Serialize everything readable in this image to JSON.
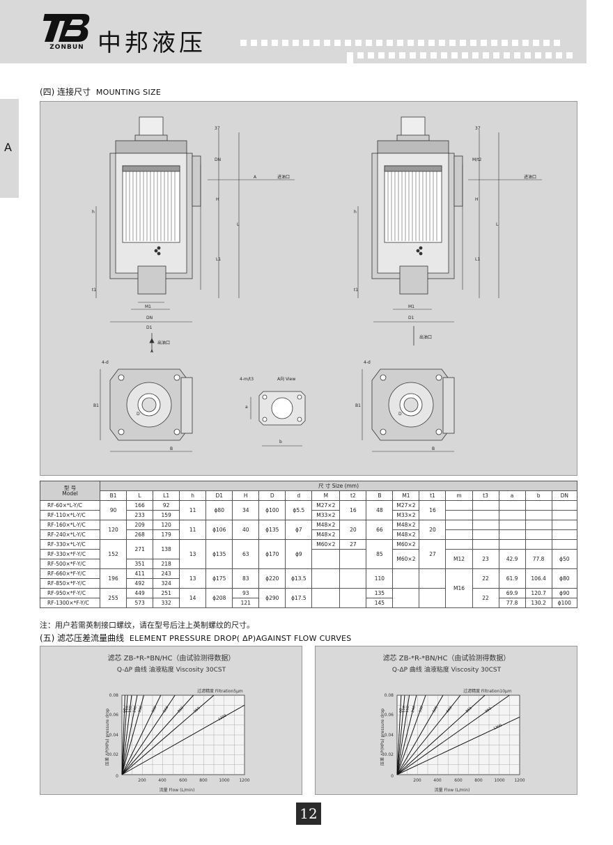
{
  "header": {
    "logo_text": "ZONBUN",
    "brand": "中邦液压"
  },
  "side_tab": "A",
  "section4": {
    "cn": "(四) 连接尺寸",
    "en": "MOUNTING SIZE"
  },
  "drawing": {
    "labels": {
      "dim_37": "37",
      "dn": "DN",
      "m_t2": "M/t2",
      "a": "A",
      "inlet": "进油口",
      "outlet": "出油口",
      "h_upper": "H",
      "h_lower": "h",
      "l": "L",
      "l1": "L1",
      "t1": "t1",
      "m1": "M1",
      "d1": "D1",
      "four_d": "4-d",
      "b1": "B1",
      "d": "D",
      "b": "B",
      "four_m_t3": "4-m/t3",
      "a_view": "A向 View",
      "a_small": "a",
      "b_small": "b"
    }
  },
  "table": {
    "model_cn": "型 号",
    "model_en": "Model",
    "size_label": "尺 寸",
    "size_unit": "Size (mm)",
    "columns": [
      "B1",
      "L",
      "L1",
      "h",
      "D1",
      "H",
      "D",
      "d",
      "M",
      "t2",
      "B",
      "M1",
      "t1",
      "m",
      "t3",
      "a",
      "b",
      "DN"
    ],
    "models": [
      "RF-60×*L-Y/C",
      "RF-110×*L-Y/C",
      "RF-160×*L-Y/C",
      "RF-240×*L-Y/C",
      "RF-330×*L-Y/C",
      "RF-330×*F-Y/C",
      "RF-500×*F-Y/C",
      "RF-660×*F-Y/C",
      "RF-850×*F-Y/C",
      "RF-950×*F-Y/C",
      "RF-1300×*F-Y/C"
    ],
    "cells": {
      "b1": [
        "90",
        "120",
        "152",
        "196",
        "255"
      ],
      "l": [
        "166",
        "233",
        "209",
        "268",
        "271",
        "351",
        "411",
        "492",
        "449",
        "573"
      ],
      "l1": [
        "92",
        "159",
        "120",
        "179",
        "138",
        "218",
        "243",
        "324",
        "251",
        "332"
      ],
      "h": [
        "11",
        "11",
        "13",
        "13",
        "14"
      ],
      "d1": [
        "ϕ80",
        "ϕ106",
        "ϕ135",
        "ϕ175",
        "ϕ208"
      ],
      "hh": [
        "34",
        "40",
        "63",
        "83",
        "93",
        "121"
      ],
      "d": [
        "ϕ100",
        "ϕ135",
        "ϕ170",
        "ϕ220",
        "ϕ290"
      ],
      "dd": [
        "ϕ5.5",
        "ϕ7",
        "ϕ9",
        "ϕ13.5",
        "ϕ17.5"
      ],
      "m": [
        "M27×2",
        "M33×2",
        "M48×2",
        "M48×2",
        "M60×2"
      ],
      "t2": [
        "16",
        "20",
        "27"
      ],
      "bb": [
        "48",
        "66",
        "85",
        "110",
        "135",
        "145"
      ],
      "m1": [
        "M27×2",
        "M33×2",
        "M48×2",
        "M48×2",
        "M60×2",
        "M60×2"
      ],
      "t1": [
        "16",
        "20",
        "27"
      ],
      "mm": [
        "M12",
        "M16"
      ],
      "t3": [
        "23",
        "22",
        "22"
      ],
      "a": [
        "42.9",
        "61.9",
        "69.9",
        "77.8"
      ],
      "b": [
        "77.8",
        "106.4",
        "120.7",
        "130.2"
      ],
      "dn": [
        "ϕ50",
        "ϕ80",
        "ϕ90",
        "ϕ100"
      ]
    }
  },
  "note": "注：用户若需英制接口螺纹，请在型号后注上英制螺纹的尺寸。",
  "section5": {
    "cn": "(五) 滤芯压差流量曲线",
    "en": "ELEMENT PRESSURE DROP( ΔP)AGAINST FLOW CURVES"
  },
  "charts": [
    {
      "title": "滤芯 ZB-*R-*BN/HC（由试验测得数据）",
      "subtitle": "Q-ΔP 曲线 油液粘度 Viscosity 30CST",
      "filtration": "过滤精度 Filtration5μm",
      "ylabel": "压差 ΔP(MPa) pressure drop",
      "xlabel": "流量 Flow (L/min)",
      "y_ticks": [
        "0.08",
        "0.06",
        "0.04",
        "0.02",
        "0"
      ],
      "x_ticks": [
        "200",
        "400",
        "600",
        "800",
        "1000",
        "1200"
      ],
      "curves": [
        "60",
        "110",
        "160",
        "240",
        "330",
        "500",
        "660",
        "850",
        "950",
        "1300"
      ]
    },
    {
      "title": "滤芯 ZB-*R-*BN/HC（由试验测得数据）",
      "subtitle": "Q-ΔP 曲线 油液粘度 Viscosity 30CST",
      "filtration": "过滤精度 Filtration10μm",
      "ylabel": "压差 ΔP(MPa) pressure drop",
      "xlabel": "流量 Flow (L/min)",
      "y_ticks": [
        "0.08",
        "0.06",
        "0.04",
        "0.02",
        "0"
      ],
      "x_ticks": [
        "200",
        "400",
        "600",
        "800",
        "1000",
        "1200"
      ],
      "curves": [
        "60",
        "110",
        "160",
        "240",
        "330",
        "500",
        "660",
        "850",
        "950",
        "1300"
      ]
    }
  ],
  "chart_data": [
    {
      "type": "line",
      "title": "滤芯 ZB-*R-*BN/HC（由试验测得数据）",
      "xlabel": "流量 Flow (L/min)",
      "ylabel": "压差 ΔP(MPa) pressure drop",
      "xlim": [
        0,
        1200
      ],
      "ylim": [
        0,
        0.08
      ],
      "grid": true,
      "series": [
        {
          "name": "60",
          "x": [
            0,
            30
          ],
          "y": [
            0,
            0.08
          ]
        },
        {
          "name": "110",
          "x": [
            0,
            55
          ],
          "y": [
            0,
            0.08
          ]
        },
        {
          "name": "160",
          "x": [
            0,
            95
          ],
          "y": [
            0,
            0.08
          ]
        },
        {
          "name": "240",
          "x": [
            0,
            150
          ],
          "y": [
            0,
            0.08
          ]
        },
        {
          "name": "330",
          "x": [
            0,
            215
          ],
          "y": [
            0,
            0.08
          ]
        },
        {
          "name": "500",
          "x": [
            0,
            380
          ],
          "y": [
            0,
            0.08
          ]
        },
        {
          "name": "660",
          "x": [
            0,
            520
          ],
          "y": [
            0,
            0.08
          ]
        },
        {
          "name": "850",
          "x": [
            0,
            700
          ],
          "y": [
            0,
            0.08
          ]
        },
        {
          "name": "950",
          "x": [
            0,
            900
          ],
          "y": [
            0,
            0.08
          ]
        },
        {
          "name": "1300",
          "x": [
            0,
            1200
          ],
          "y": [
            0,
            0.07
          ]
        }
      ]
    },
    {
      "type": "line",
      "title": "滤芯 ZB-*R-*BN/HC（由试验测得数据）",
      "xlabel": "流量 Flow (L/min)",
      "ylabel": "压差 ΔP(MPa) pressure drop",
      "xlim": [
        0,
        1200
      ],
      "ylim": [
        0,
        0.08
      ],
      "grid": true,
      "series": [
        {
          "name": "60",
          "x": [
            0,
            40
          ],
          "y": [
            0,
            0.08
          ]
        },
        {
          "name": "110",
          "x": [
            0,
            75
          ],
          "y": [
            0,
            0.08
          ]
        },
        {
          "name": "160",
          "x": [
            0,
            120
          ],
          "y": [
            0,
            0.08
          ]
        },
        {
          "name": "240",
          "x": [
            0,
            190
          ],
          "y": [
            0,
            0.08
          ]
        },
        {
          "name": "330",
          "x": [
            0,
            280
          ],
          "y": [
            0,
            0.08
          ]
        },
        {
          "name": "500",
          "x": [
            0,
            450
          ],
          "y": [
            0,
            0.08
          ]
        },
        {
          "name": "660",
          "x": [
            0,
            620
          ],
          "y": [
            0,
            0.08
          ]
        },
        {
          "name": "850",
          "x": [
            0,
            860
          ],
          "y": [
            0,
            0.08
          ]
        },
        {
          "name": "950",
          "x": [
            0,
            1100
          ],
          "y": [
            0,
            0.08
          ]
        },
        {
          "name": "1300",
          "x": [
            0,
            1200
          ],
          "y": [
            0,
            0.058
          ]
        }
      ]
    }
  ],
  "page_number": "12"
}
